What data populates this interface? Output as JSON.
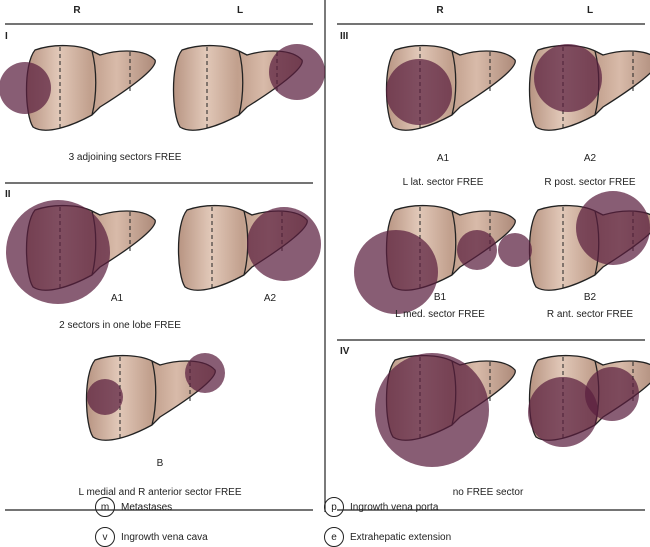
{
  "headers": {
    "left_r": "R",
    "left_l": "L",
    "right_r": "R",
    "right_l": "L"
  },
  "sections": {
    "I": {
      "label": "I",
      "caption": "3 adjoining sectors FREE"
    },
    "II": {
      "label": "II",
      "a1": "A1",
      "a2": "A2",
      "caption_a": "2 sectors in one lobe FREE",
      "b": "B",
      "caption_b": "L medial and R anterior sector FREE"
    },
    "III": {
      "label": "III",
      "a1": "A1",
      "a2": "A2",
      "caption_a1": "L lat. sector FREE",
      "caption_a2": "R post. sector FREE",
      "b1": "B1",
      "b2": "B2",
      "caption_b1": "L med. sector FREE",
      "caption_b2": "R ant. sector FREE"
    },
    "IV": {
      "label": "IV",
      "caption": "no FREE sector"
    }
  },
  "legend": [
    {
      "symbol": "m",
      "label": "Metastases"
    },
    {
      "symbol": "v",
      "label": "Ingrowth vena cava"
    },
    {
      "symbol": "p",
      "label": "Ingrowth vena porta"
    },
    {
      "symbol": "e",
      "label": "Extrahepatic extension"
    }
  ],
  "colors": {
    "liver": "#b98a6e",
    "tumor": "#5a1f3e",
    "line": "#222222"
  }
}
